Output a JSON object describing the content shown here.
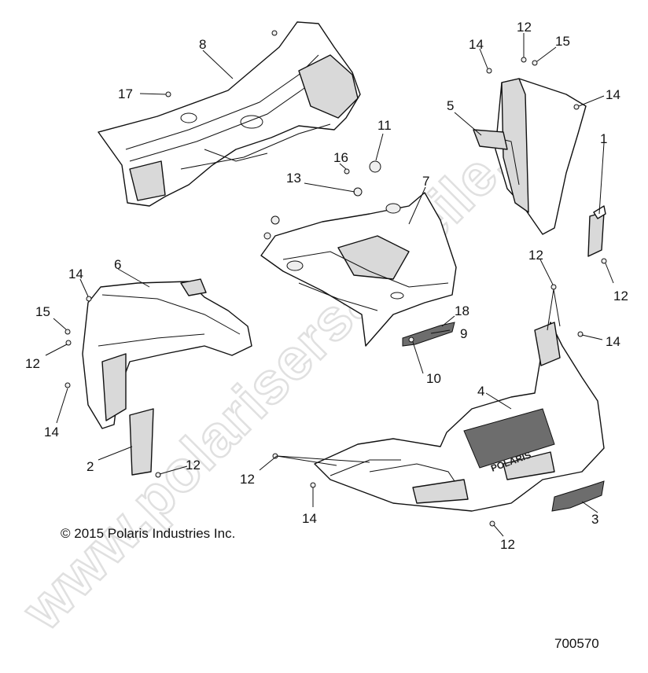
{
  "watermark": "www.polarisersatzteile.de",
  "copyright": "© 2015 Polaris Industries Inc.",
  "diagram_number": "700570",
  "brand_on_bumper": "POLARIS",
  "callouts": {
    "c1": "1",
    "c2": "2",
    "c3": "3",
    "c4": "4",
    "c5": "5",
    "c6": "6",
    "c7": "7",
    "c8": "8",
    "c9": "9",
    "c10": "10",
    "c11": "11",
    "c12a": "12",
    "c12b": "12",
    "c12c": "12",
    "c12d": "12",
    "c12e": "12",
    "c12f": "12",
    "c12g": "12",
    "c13": "13",
    "c14a": "14",
    "c14b": "14",
    "c14c": "14",
    "c14d": "14",
    "c14e": "14",
    "c14f": "14",
    "c15a": "15",
    "c15b": "15",
    "c16": "16",
    "c17": "17",
    "c18": "18"
  }
}
